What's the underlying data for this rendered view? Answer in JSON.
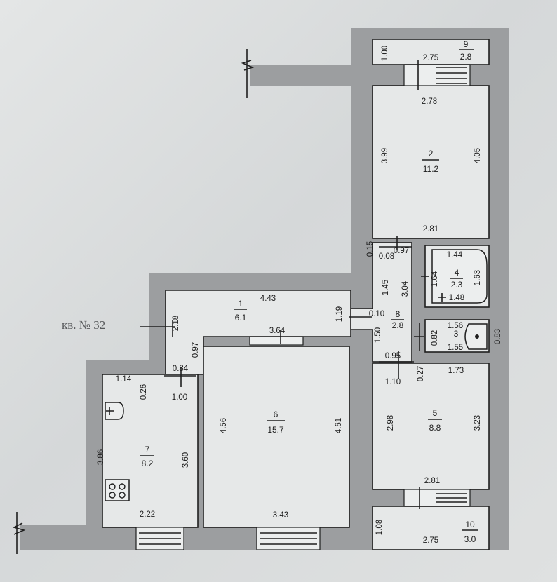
{
  "apartment_label": "кв. № 32",
  "rooms": [
    {
      "id": "r1",
      "number": "1",
      "area": "6.1"
    },
    {
      "id": "r2",
      "number": "2",
      "area": "11.2"
    },
    {
      "id": "r3",
      "number": "3",
      "area": ""
    },
    {
      "id": "r4",
      "number": "4",
      "area": "2.3"
    },
    {
      "id": "r5",
      "number": "5",
      "area": "8.8"
    },
    {
      "id": "r6",
      "number": "6",
      "area": "15.7"
    },
    {
      "id": "r7",
      "number": "7",
      "area": "8.2"
    },
    {
      "id": "r8",
      "number": "8",
      "area": "2.8"
    },
    {
      "id": "r9",
      "number": "9",
      "area": "2.8"
    },
    {
      "id": "r10",
      "number": "10",
      "area": "3.0"
    }
  ],
  "dimensions": {
    "r9_depth": "1.00",
    "r9_width": "2.75",
    "r2_top": "2.78",
    "r2_left": "3.99",
    "r2_right": "4.05",
    "r2_bottom": "2.81",
    "r8_top_a": "0.15",
    "r8_top_b": "0.08",
    "r8_top_c": "0.97",
    "r8_left": "1.45",
    "r8_right": "3.04",
    "r8_mid": "0.10",
    "r8_lower": "1.50",
    "r8_bottom": "0.95",
    "r4_top": "1.44",
    "r4_left": "1.64",
    "r4_right": "1.63",
    "r4_bottom": "1.48",
    "r3_top": "1.56",
    "r3_left": "0.82",
    "r3_right": "0.83",
    "r3_bottom": "1.55",
    "r5_top_a": "1.10",
    "r5_top_b": "0.27",
    "r5_top_c": "1.73",
    "r5_left": "2.98",
    "r5_right": "3.23",
    "r5_bottom": "2.81",
    "r10_depth": "1.08",
    "r10_width": "2.75",
    "r1_top": "4.43",
    "r1_left": "2.18",
    "r1_right": "1.19",
    "r1_bottom": "3.64",
    "r1_step": "0.97",
    "r1_door": "0.84",
    "r6_left": "4.56",
    "r6_right": "4.61",
    "r6_bottom": "3.43",
    "r7_top": "1.14",
    "r7_step": "0.26",
    "r7_door": "1.00",
    "r7_left": "3.86",
    "r7_right": "3.60",
    "r7_bottom": "2.22"
  },
  "icons": [
    "sink-icon",
    "stove-icon",
    "bathtub-icon",
    "toilet-icon",
    "wall-break-icon"
  ]
}
